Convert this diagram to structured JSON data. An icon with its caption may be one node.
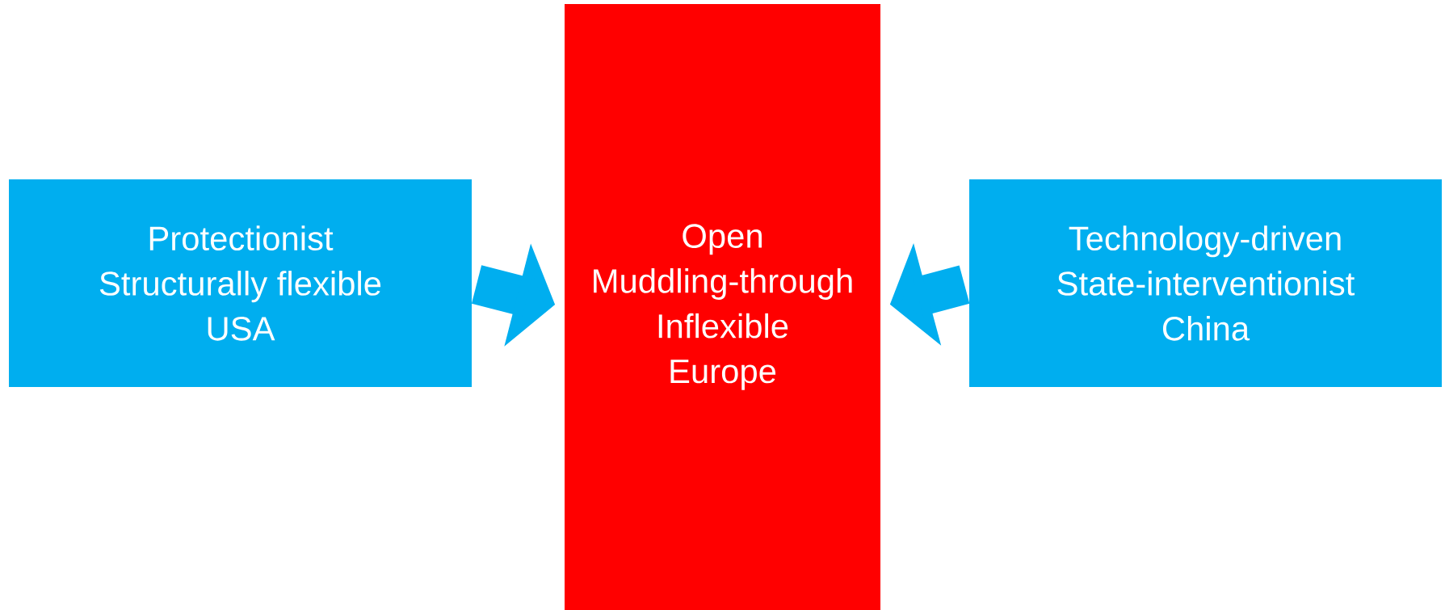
{
  "diagram": {
    "nodes": [
      {
        "text": [
          "Protectionist",
          "Structurally flexible",
          "USA"
        ]
      },
      {
        "text": [
          "Open",
          "Muddling-through",
          "Inflexible",
          "Europe"
        ]
      },
      {
        "text": [
          "Technology-driven",
          "State-interventionist",
          "China"
        ]
      }
    ],
    "edges": [
      {
        "from": 0,
        "to": 1,
        "arrow": "to"
      },
      {
        "from": 2,
        "to": 1,
        "arrow": "to"
      }
    ]
  }
}
